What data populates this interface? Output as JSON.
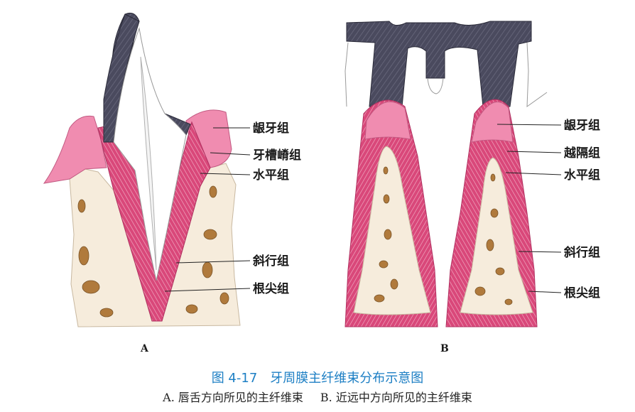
{
  "panels": {
    "a": {
      "letter": "A",
      "labels": {
        "gingival": "龈牙组",
        "crest": "牙槽嵴组",
        "horizontal": "水平组",
        "oblique": "斜行组",
        "apical": "根尖组"
      }
    },
    "b": {
      "letter": "B",
      "labels": {
        "gingival": "龈牙组",
        "transseptal": "越隔组",
        "horizontal": "水平组",
        "oblique": "斜行组",
        "apical": "根尖组"
      }
    }
  },
  "caption": {
    "title": "图 4-17　牙周膜主纤维束分布示意图",
    "sub_a": "A. 唇舌方向所见的主纤维束",
    "sub_b": "B. 近远中方向所见的主纤维束"
  },
  "colors": {
    "enamel": "#4a4a5e",
    "ligament": "#d9487a",
    "gum": "#f08cb0",
    "bone": "#f6ecdc",
    "marrow": "#b07a3c",
    "caption_blue": "#1d7fc4"
  }
}
